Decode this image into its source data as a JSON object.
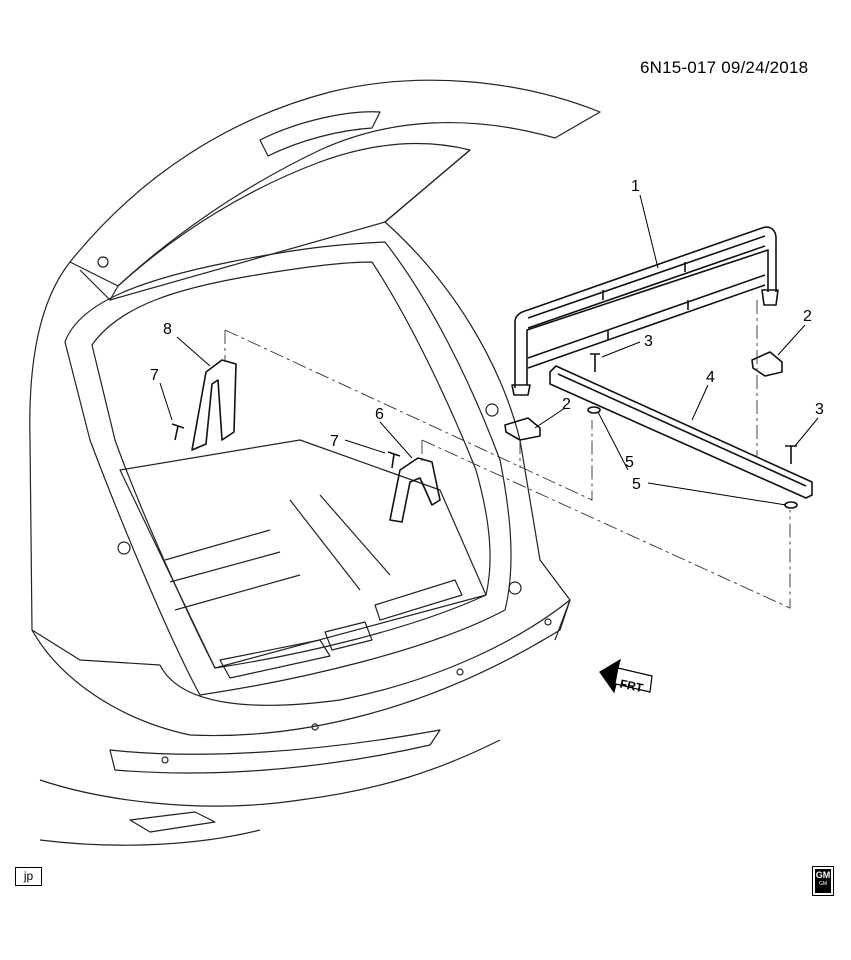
{
  "header": {
    "doc_code": "6N15-017  09/24/2018"
  },
  "callouts": [
    "1",
    "2",
    "3",
    "2",
    "3",
    "4",
    "5",
    "6",
    "7",
    "7",
    "8",
    "5"
  ],
  "frt_label": "FRT",
  "footer": {
    "tag": "jp",
    "logo": {
      "main": "GM",
      "sub": "GM"
    }
  }
}
